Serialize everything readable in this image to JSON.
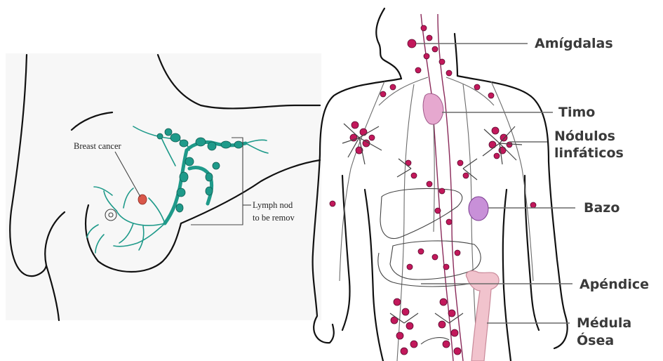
{
  "left_panel": {
    "labels": {
      "breast_cancer": "Breast cancer",
      "lymph_line1": "Lymph nod",
      "lymph_line2": "to be remov"
    }
  },
  "right_panel": {
    "labels": {
      "amigdalas": "Amígdalas",
      "timo": "Timo",
      "nodulos_line1": "Nódulos",
      "nodulos_line2": "linfáticos",
      "bazo": "Bazo",
      "apendice": "Apéndice",
      "medula_line1": "Médula",
      "medula_line2": "Ósea"
    }
  },
  "colors": {
    "lymph_green": "#1f9a8a",
    "tumor_red": "#d9574a",
    "node_magenta": "#c2185b",
    "thymus_pink": "#e6a8cf",
    "spleen_purple": "#c890d8",
    "bone_pink": "#f1c3cd"
  }
}
